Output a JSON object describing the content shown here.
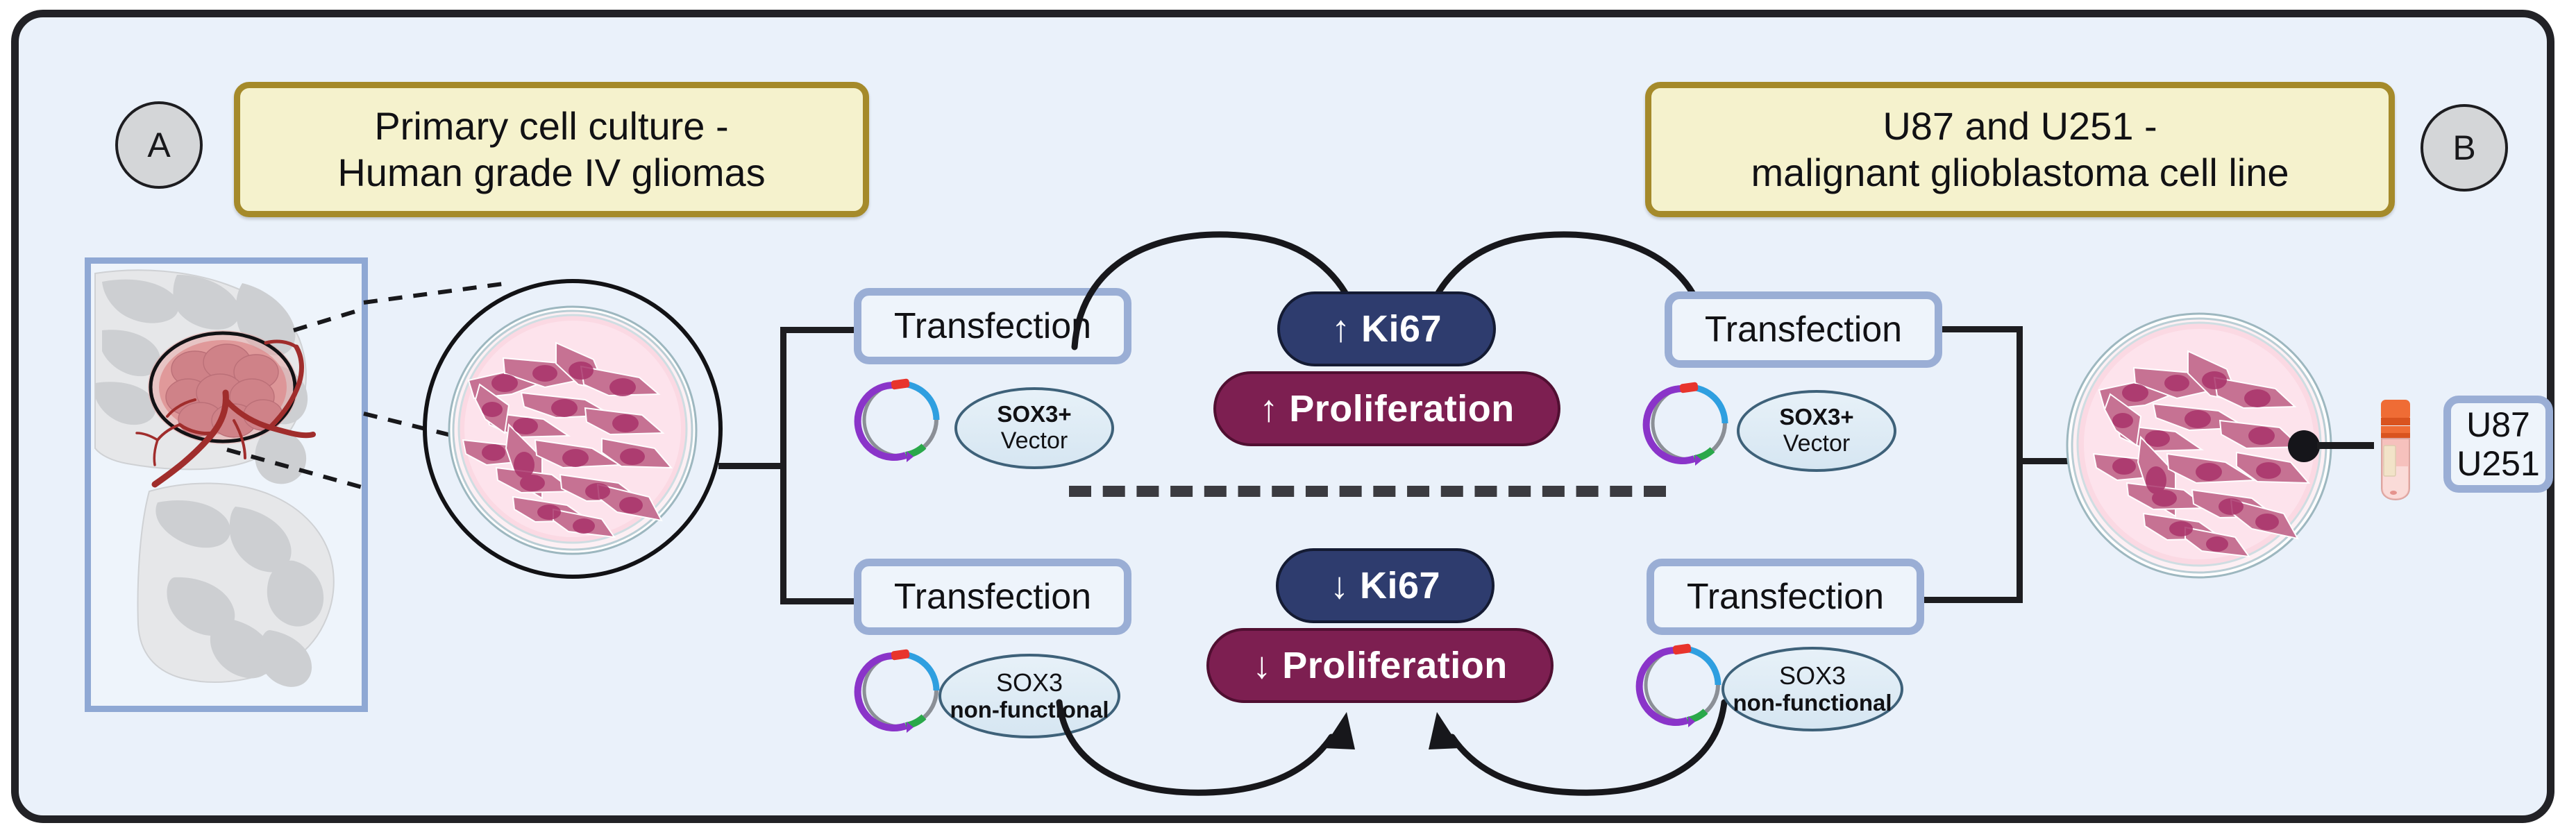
{
  "figure": {
    "background_color": "#eaf1fa",
    "frame_border_color": "#222226"
  },
  "panels": [
    {
      "id": "A",
      "letter": "A",
      "title_line1": "Primary cell culture -",
      "title_line2": "Human grade IV gliomas"
    },
    {
      "id": "B",
      "letter": "B",
      "title_line1": "U87 and U251 -",
      "title_line2": "malignant glioblastoma cell line"
    }
  ],
  "banner_colors": {
    "fill": "#f5f2cd",
    "border": "#a58a2a"
  },
  "left_arm": {
    "brain_caption": "coronal brain section with glioma tumour",
    "dish_caption": "primary glioma cell culture dish",
    "upper": {
      "step_label": "Transfection",
      "vector_line1": "SOX3+",
      "vector_line2": "Vector",
      "plasmid_icon": "plasmid-icon"
    },
    "lower": {
      "step_label": "Transfection",
      "vector_line1": "SOX3",
      "vector_line2": "non-functional",
      "plasmid_icon": "plasmid-icon"
    }
  },
  "right_arm": {
    "dish_caption": "glioblastoma cell line culture dish",
    "tube_label_line1": "U87",
    "tube_label_line2": "U251",
    "tube_icon": "cryotube-icon",
    "upper": {
      "step_label": "Transfection",
      "vector_line1": "SOX3+",
      "vector_line2": "Vector",
      "plasmid_icon": "plasmid-icon"
    },
    "lower": {
      "step_label": "Transfection",
      "vector_line1": "SOX3",
      "vector_line2": "non-functional",
      "plasmid_icon": "plasmid-icon"
    }
  },
  "outcomes": {
    "upper": {
      "marker_label": "↑ Ki67",
      "effect_label": "↑ Proliferation",
      "marker_color": "#2e3c6e",
      "effect_color": "#7d1f51"
    },
    "lower": {
      "marker_label": "↓ Ki67",
      "effect_label": "↓ Proliferation",
      "marker_color": "#2e3c6e",
      "effect_color": "#7d1f51"
    }
  },
  "divider": {
    "style": "dashed",
    "color": "#3b3b40"
  },
  "arrows": {
    "upper_left": "arc-arrow-right-down",
    "upper_right": "arc-arrow-left-down",
    "lower_left": "arc-arrow-right-up",
    "lower_right": "arc-arrow-left-up"
  }
}
